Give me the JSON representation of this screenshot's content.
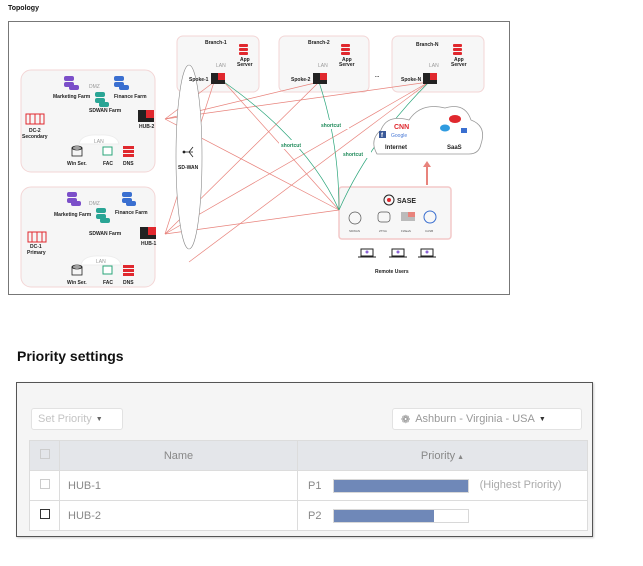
{
  "topology": {
    "title": "Topology",
    "dc2": {
      "name": "DC-2",
      "role": "Secondary",
      "dmz": "DMZ",
      "marketing": "Marketing Farm",
      "finance": "Finance Farm",
      "sdwan_farm": "SDWAN Farm",
      "hub": "HUB-2",
      "lan": "LAN",
      "win": "Win Ser.",
      "fac": "FAC",
      "dns": "DNS"
    },
    "dc1": {
      "name": "DC-1",
      "role": "Primary",
      "dmz": "DMZ",
      "marketing": "Marketing Farm",
      "finance": "Finance Farm",
      "sdwan_farm": "SDWAN Farm",
      "hub": "HUB-1",
      "lan": "LAN",
      "win": "Win Ser.",
      "fac": "FAC",
      "dns": "DNS"
    },
    "sdwan": "SD-WAN",
    "branches": [
      {
        "name": "Branch-1",
        "spoke": "Spoke-1",
        "lan": "LAN",
        "app": "App",
        "server": "Server"
      },
      {
        "name": "Branch-2",
        "spoke": "Spoke-2",
        "lan": "LAN",
        "app": "App",
        "server": "Server"
      },
      {
        "name": "Branch-N",
        "spoke": "Spoke-N",
        "lan": "LAN",
        "app": "App",
        "server": "Server"
      }
    ],
    "ellipsis": "...",
    "shortcut_label": "shortcut",
    "cloud": {
      "internet": "Internet",
      "saas": "SaaS",
      "cnn": "CNN",
      "google": "Google",
      "facebook": "f"
    },
    "sase": {
      "title": "SASE",
      "items": [
        "SDWAN",
        "ZTNA",
        "FWaaS",
        "CASB"
      ]
    },
    "remote_users": "Remote Users",
    "colors": {
      "overlay": "#e8837c",
      "shortcut": "#2aa57a",
      "fortinet_red": "#e0282e",
      "purple": "#7b4fc9",
      "blue": "#3a6fd0",
      "teal": "#2aa595"
    }
  },
  "priority": {
    "title": "Priority settings",
    "set_priority": "Set Priority",
    "location": "Ashburn - Virginia - USA",
    "columns": {
      "name": "Name",
      "priority": "Priority"
    },
    "rows": [
      {
        "name": "HUB-1",
        "priority": "P1",
        "level": 1.0,
        "note": "(Highest Priority)"
      },
      {
        "name": "HUB-2",
        "priority": "P2",
        "level": 0.75,
        "note": ""
      }
    ]
  }
}
